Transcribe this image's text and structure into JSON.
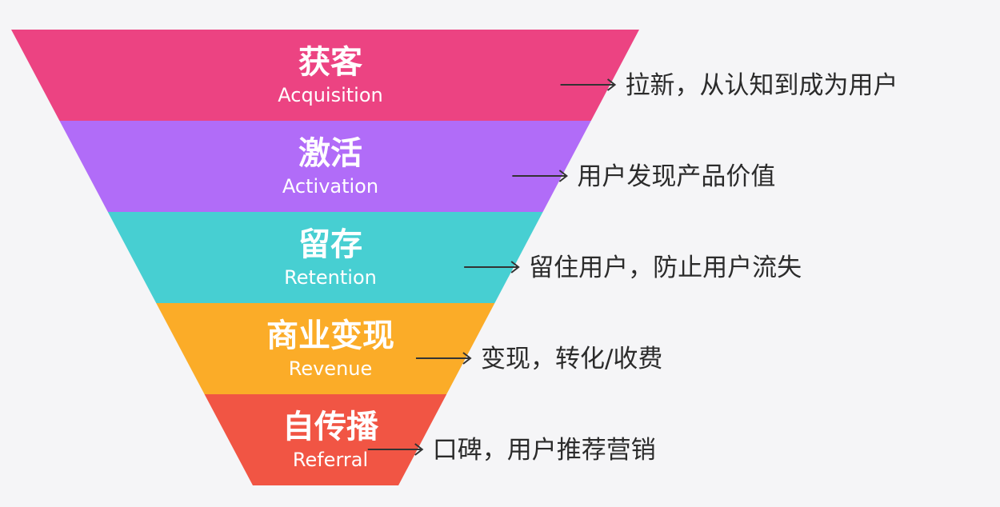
{
  "stages": [
    {
      "title": "获客",
      "subtitle": "Acquisition",
      "desc": "拉新，从认知到成为用户",
      "color": "#ec4382"
    },
    {
      "title": "激活",
      "subtitle": "Activation",
      "desc": "用户发现产品价值",
      "color": "#b16cf8"
    },
    {
      "title": "留存",
      "subtitle": "Retention",
      "desc": "留住用户，防止用户流失",
      "color": "#47cfd2"
    },
    {
      "title": "商业变现",
      "subtitle": "Revenue",
      "desc": "变现，转化/收费",
      "color": "#fbac28"
    },
    {
      "title": "自传播",
      "subtitle": "Referral",
      "desc": "口碑，用户推荐营销",
      "color": "#f15544"
    }
  ]
}
